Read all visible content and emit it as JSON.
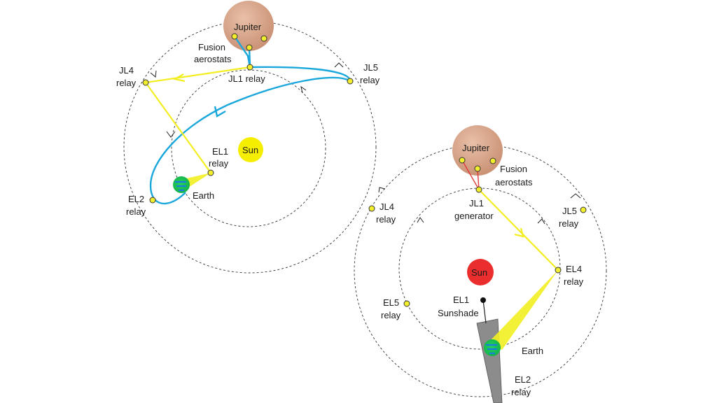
{
  "colors": {
    "relay": "#f2ee2e",
    "sun_left": "#f5ee00",
    "sun_right": "#ea2e2e",
    "blue_path": "#1aa7dc",
    "yellow_beam": "#f2ee22",
    "red_tether": "#e03a3a",
    "jupiter": "#c98f72",
    "earth_green": "#22d35a",
    "earth_blue": "#1c7be0",
    "sunshade": "#8c8c8c"
  },
  "left_diagram": {
    "jupiter": "Jupiter",
    "sun": "Sun",
    "earth": "Earth",
    "fusion": [
      "Fusion",
      "aerostats"
    ],
    "jl1": "JL1 relay",
    "jl4": [
      "JL4",
      "relay"
    ],
    "jl5": [
      "JL5",
      "relay"
    ],
    "el1": [
      "EL1",
      "relay"
    ],
    "el2": [
      "EL2",
      "relay"
    ]
  },
  "right_diagram": {
    "jupiter": "Jupiter",
    "sun": "Sun",
    "earth": "Earth",
    "fusion": [
      "Fusion",
      "aerostats"
    ],
    "jl1": [
      "JL1",
      "generator"
    ],
    "jl4": [
      "JL4",
      "relay"
    ],
    "jl5": [
      "JL5",
      "relay"
    ],
    "el4": [
      "EL4",
      "relay"
    ],
    "el5": [
      "EL5",
      "relay"
    ],
    "el1": [
      "EL1",
      "Sunshade"
    ],
    "el2": [
      "EL2",
      "relay"
    ]
  }
}
